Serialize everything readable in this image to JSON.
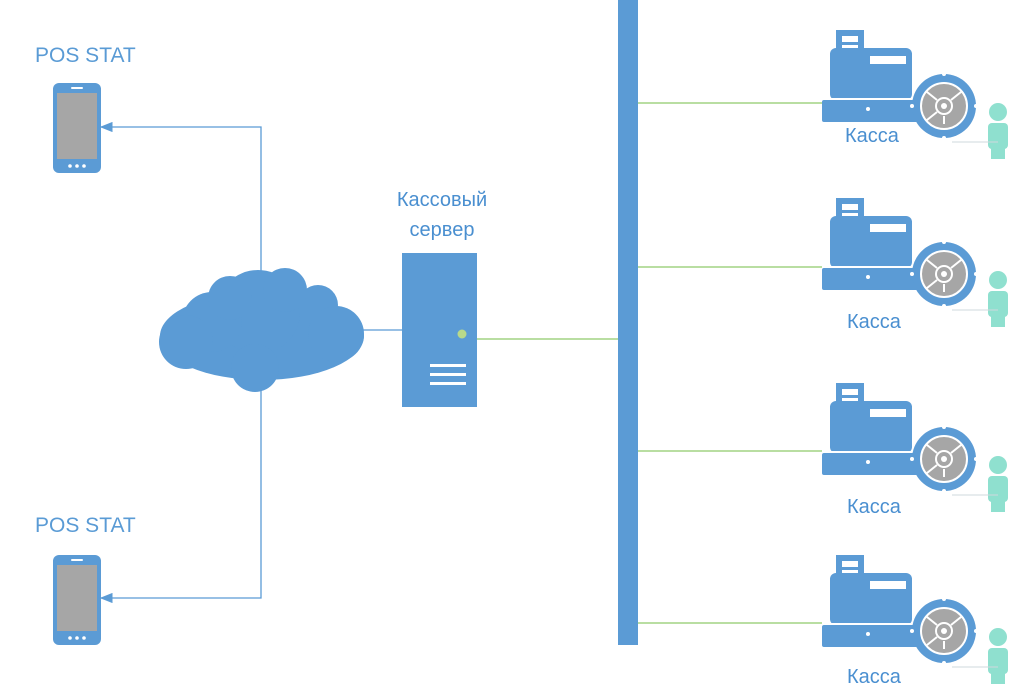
{
  "diagram": {
    "colors": {
      "primary": "#5b9bd5",
      "phone_screen": "#a6a6a6",
      "link_green": "#8fcb6b",
      "link_blue": "#5b9bd5",
      "person": "#8fe0cf",
      "text": "#4a8fd0"
    },
    "pos_stat": [
      {
        "label": "POS STAT"
      },
      {
        "label": "POS STAT"
      }
    ],
    "server": {
      "label_line1": "Кассовый",
      "label_line2": "сервер"
    },
    "registers": [
      {
        "label": "Касса"
      },
      {
        "label": "Касса"
      },
      {
        "label": "Касса"
      },
      {
        "label": "Касса"
      }
    ]
  }
}
